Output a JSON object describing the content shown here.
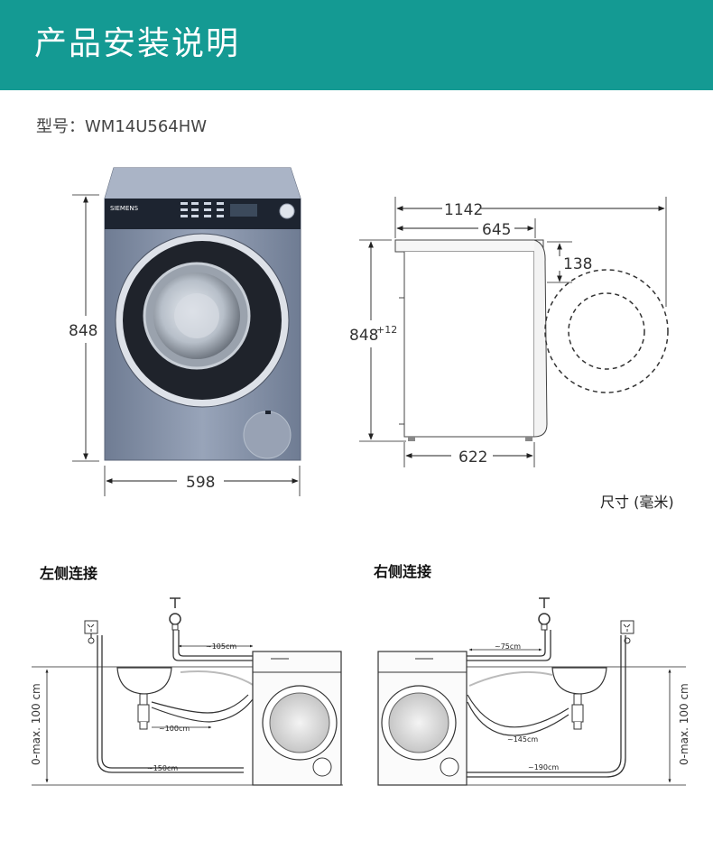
{
  "header": {
    "title": "产品安装说明"
  },
  "model": {
    "label": "型号：",
    "value": "WM14U564HW"
  },
  "front_view": {
    "brand_text": "SIEMENS",
    "height_label": "848",
    "width_label": "598"
  },
  "side_view": {
    "total_depth_label": "1142",
    "body_depth_label": "645",
    "door_offset_label": "138",
    "height_label": "848",
    "height_tolerance": "+12",
    "base_depth_label": "622"
  },
  "units_caption": "尺寸 (毫米)",
  "left_connection": {
    "title": "左侧连接",
    "hose_top_label": "~105cm",
    "hose_mid_label": "~100cm",
    "hose_bottom_label": "~150cm",
    "height_range_label": "0-max. 100 cm"
  },
  "right_connection": {
    "title": "右侧连接",
    "hose_top_label": "~75cm",
    "hose_mid_label": "~145cm",
    "hose_bottom_label": "~190cm",
    "height_range_label": "0-max. 100 cm"
  },
  "colors": {
    "banner": "#149a93",
    "machine_body": "#8a96ac"
  }
}
